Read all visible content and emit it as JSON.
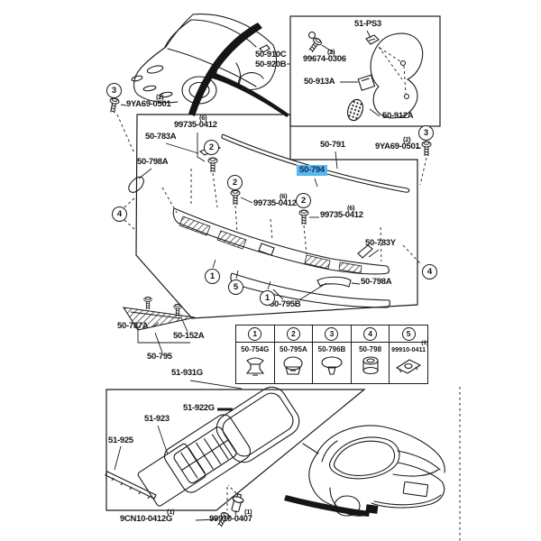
{
  "app": {
    "type": "exploded-parts-diagram",
    "highlighted_part": "50-794"
  },
  "colors": {
    "highlight_bg": "#57b9e9",
    "highlight_text": "#0e2e6a",
    "line": "#1b1b1b",
    "background": "#ffffff"
  },
  "labels": [
    {
      "text": "50-910C"
    },
    {
      "text": "50-920B"
    },
    {
      "text": "(2)"
    },
    {
      "text": "9YA69-0501"
    },
    {
      "text": "51-PS3"
    },
    {
      "text": "(2)"
    },
    {
      "text": "99674-0306"
    },
    {
      "text": "50-913A"
    },
    {
      "text": "50-912A"
    },
    {
      "text": "50-791"
    },
    {
      "text": "(2)"
    },
    {
      "text": "9YA69-0501"
    },
    {
      "text": "(6)"
    },
    {
      "text": "99735-0412"
    },
    {
      "text": "50-783A"
    },
    {
      "text": "50-798A"
    },
    {
      "text": "50-794"
    },
    {
      "text": "(6)"
    },
    {
      "text": "99735-0412"
    },
    {
      "text": "(6)"
    },
    {
      "text": "99735-0412"
    },
    {
      "text": "50-783Y"
    },
    {
      "text": "50-798A"
    },
    {
      "text": "50-795B"
    },
    {
      "text": "50-787A"
    },
    {
      "text": "50-152A"
    },
    {
      "text": "50-795"
    },
    {
      "text": "51-931G"
    },
    {
      "text": "51-922G"
    },
    {
      "text": "51-923"
    },
    {
      "text": "51-925"
    },
    {
      "text": "(1)"
    },
    {
      "text": "9CN10-0412G"
    },
    {
      "text": "(1)"
    },
    {
      "text": "99910-0407"
    }
  ],
  "callouts": [
    {
      "n": "3"
    },
    {
      "n": "3"
    },
    {
      "n": "2"
    },
    {
      "n": "2"
    },
    {
      "n": "2"
    },
    {
      "n": "4"
    },
    {
      "n": "4"
    },
    {
      "n": "1"
    },
    {
      "n": "5"
    },
    {
      "n": "1"
    }
  ],
  "table": {
    "columns": [
      {
        "num": "1",
        "part": "50-754G",
        "qty": "",
        "icon": "push-clip"
      },
      {
        "num": "2",
        "part": "50-795A",
        "qty": "",
        "icon": "band-clip"
      },
      {
        "num": "3",
        "part": "50-796B",
        "qty": "",
        "icon": "dome-clip"
      },
      {
        "num": "4",
        "part": "50-798",
        "qty": "",
        "icon": "grommet"
      },
      {
        "num": "5",
        "part": "99910-0411",
        "qty": "(1)",
        "icon": "speed-nut"
      }
    ]
  }
}
